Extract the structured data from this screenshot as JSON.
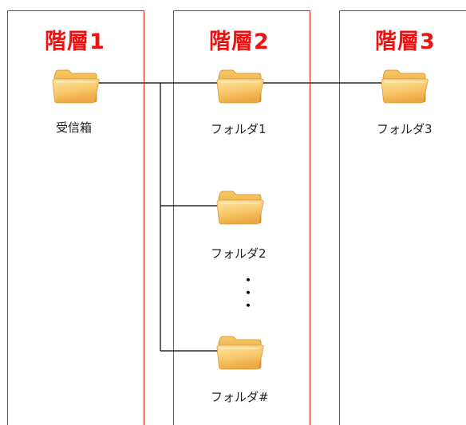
{
  "colors": {
    "border": "#e8201a",
    "title": "#ee1111",
    "line": "#000000",
    "folder": "#f3b94a"
  },
  "layers": [
    {
      "title": "階層1"
    },
    {
      "title": "階層2"
    },
    {
      "title": "階層3"
    }
  ],
  "folders": {
    "inbox": {
      "label": "受信箱",
      "icon": "folder-icon"
    },
    "folder1": {
      "label": "フォルダ1",
      "icon": "folder-icon"
    },
    "folder2": {
      "label": "フォルダ2",
      "icon": "folder-icon"
    },
    "folder_n": {
      "label": "フォルダ#",
      "icon": "folder-icon"
    },
    "folder3": {
      "label": "フォルダ3",
      "icon": "folder-icon"
    }
  },
  "ellipsis": "・・・"
}
